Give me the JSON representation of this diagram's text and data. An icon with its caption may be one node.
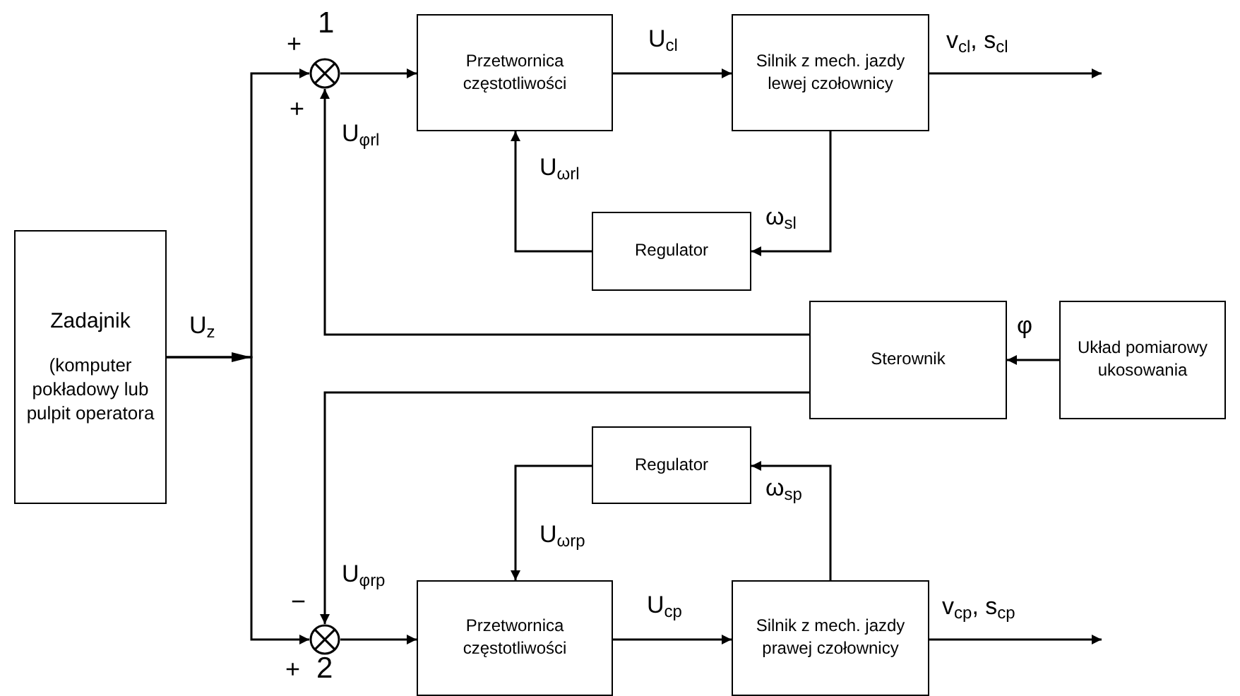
{
  "diagram": {
    "nodes": [
      {
        "text": [
          "Zadajnik",
          "(komputer pokładowy lub pulpit operatora"
        ]
      },
      {
        "text": [],
        "shape": "circle",
        "beside": [
          "1"
        ]
      },
      {
        "text": [
          "Przetwornica częstotliwości"
        ]
      },
      {
        "text": [
          "Silnik z mech. jazdy lewej czołownicy"
        ]
      },
      {
        "text": [
          "Regulator"
        ]
      },
      {
        "text": [
          "Sterownik"
        ]
      },
      {
        "text": [
          "Układ pomiarowy ukosowania"
        ]
      },
      {
        "text": [
          "Regulator"
        ]
      },
      {
        "text": [],
        "shape": "circle",
        "beside": [
          "2"
        ]
      },
      {
        "text": [
          "Przetwornica częstotliwości"
        ]
      },
      {
        "text": [
          "Silnik z mech. jazdy prawej czołownicy"
        ]
      }
    ],
    "edges": [
      {
        "from": 0,
        "to": 1,
        "arrow": "to"
      },
      {
        "from": 0,
        "to": 8,
        "arrow": "to"
      },
      {
        "from": 1,
        "to": 2,
        "arrow": "to"
      },
      {
        "from": 2,
        "to": 3,
        "arrow": "to",
        "label": "U$_{cl}$"
      },
      {
        "from": 3,
        "to": null,
        "arrow": "to",
        "label": "v$_{cl}$, s$_{cl}$"
      },
      {
        "from": 3,
        "to": 4,
        "arrow": "to",
        "label": "ω$_{sl}$"
      },
      {
        "from": 4,
        "to": 2,
        "arrow": "to",
        "label": "U$_{ωrl}$"
      },
      {
        "from": 5,
        "to": 1,
        "arrow": "to",
        "label": "U$_{φrl}$"
      },
      {
        "from": 5,
        "to": 8,
        "arrow": "to",
        "label": "U$_{φrp}$"
      },
      {
        "from": 6,
        "to": 5,
        "arrow": "to",
        "label": "φ"
      },
      {
        "from": 10,
        "to": 7,
        "arrow": "to",
        "label": "ω$_{sp}$"
      },
      {
        "from": 7,
        "to": 9,
        "arrow": "to",
        "label": "U$_{ωrp}$"
      },
      {
        "from": 8,
        "to": 9,
        "arrow": "to"
      },
      {
        "from": 9,
        "to": 10,
        "arrow": "to",
        "label": "U$_{cp}$"
      },
      {
        "from": 10,
        "to": null,
        "arrow": "to",
        "label": "v$_{cp}$, s$_{cp}$"
      }
    ],
    "labels": [
      "+",
      "+",
      "U$_{z}$",
      "−",
      "+"
    ]
  }
}
